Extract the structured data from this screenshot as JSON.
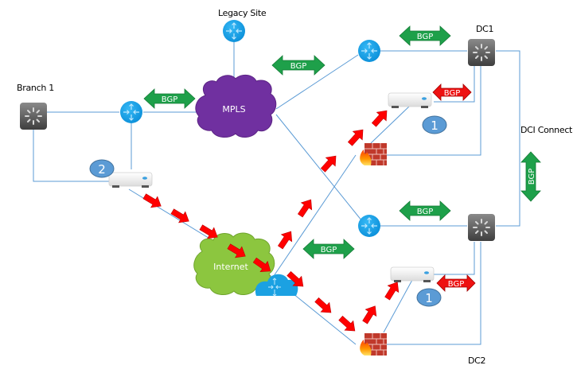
{
  "labels": {
    "legacy_site": "Legacy Site",
    "branch1": "Branch 1",
    "dc1": "DC1",
    "dc2": "DC2",
    "dci_connect": "DCI Connect",
    "mpls": "MPLS",
    "internet": "Internet"
  },
  "bgp": {
    "branch_mpls": "BGP",
    "mpls_dc1": "BGP",
    "dc1_router": "BGP",
    "dc1_sdwan": "BGP",
    "dci": "BGP",
    "dc2_router": "BGP",
    "internet_dc2": "BGP",
    "dc2_sdwan": "BGP"
  },
  "badges": {
    "branch_sdwan": "2",
    "dc1_sdwan": "1",
    "dc2_sdwan": "1"
  },
  "colors": {
    "link": "#5b9bd5",
    "bgp_green": "#1ea04a",
    "bgp_red": "#ee1111",
    "traffic_arrow": "#ff0000",
    "mpls_cloud": "#7030a0",
    "internet_cloud": "#8cc63f",
    "router": "#1ba1e2",
    "badge": "#5b9bd5"
  }
}
